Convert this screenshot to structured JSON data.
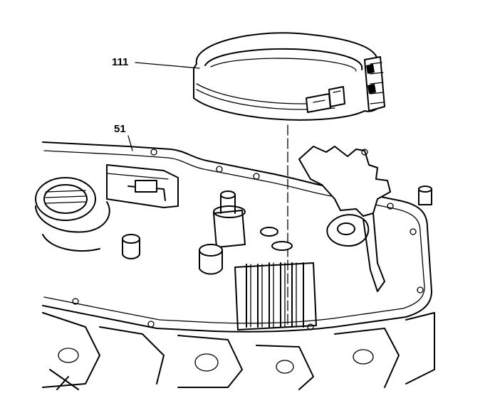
{
  "figure": {
    "callouts": [
      {
        "id": "band",
        "label": "111"
      },
      {
        "id": "case",
        "label": "51"
      }
    ]
  },
  "colors": {
    "ink": "#000000",
    "paper": "#ffffff"
  }
}
